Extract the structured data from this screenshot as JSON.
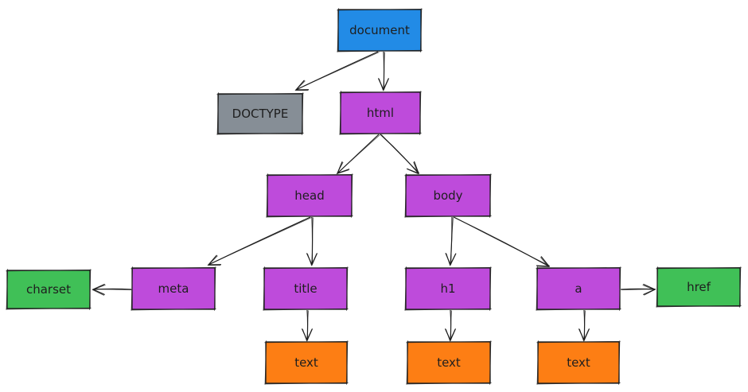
{
  "colors": {
    "root": "#228be6",
    "doctype": "#868e96",
    "element": "#be4bdb",
    "attribute": "#40c057",
    "text": "#fd7e14",
    "stroke": "#1e1e1e"
  },
  "nodes": [
    {
      "id": "document",
      "label": "document",
      "kind": "root"
    },
    {
      "id": "doctype",
      "label": "DOCTYPE",
      "kind": "doctype"
    },
    {
      "id": "html",
      "label": "html",
      "kind": "element"
    },
    {
      "id": "head",
      "label": "head",
      "kind": "element"
    },
    {
      "id": "body",
      "label": "body",
      "kind": "element"
    },
    {
      "id": "meta",
      "label": "meta",
      "kind": "element"
    },
    {
      "id": "title",
      "label": "title",
      "kind": "element"
    },
    {
      "id": "h1",
      "label": "h1",
      "kind": "element"
    },
    {
      "id": "a",
      "label": "a",
      "kind": "element"
    },
    {
      "id": "charset",
      "label": "charset",
      "kind": "attribute"
    },
    {
      "id": "href",
      "label": "href",
      "kind": "attribute"
    },
    {
      "id": "text-title",
      "label": "text",
      "kind": "text"
    },
    {
      "id": "text-h1",
      "label": "text",
      "kind": "text"
    },
    {
      "id": "text-a",
      "label": "text",
      "kind": "text"
    }
  ],
  "edges": [
    {
      "from": "document",
      "to": "doctype"
    },
    {
      "from": "document",
      "to": "html"
    },
    {
      "from": "html",
      "to": "head"
    },
    {
      "from": "html",
      "to": "body"
    },
    {
      "from": "head",
      "to": "meta"
    },
    {
      "from": "head",
      "to": "title"
    },
    {
      "from": "body",
      "to": "h1"
    },
    {
      "from": "body",
      "to": "a"
    },
    {
      "from": "meta",
      "to": "charset"
    },
    {
      "from": "a",
      "to": "href"
    },
    {
      "from": "title",
      "to": "text-title"
    },
    {
      "from": "h1",
      "to": "text-h1"
    },
    {
      "from": "a",
      "to": "text-a"
    }
  ]
}
